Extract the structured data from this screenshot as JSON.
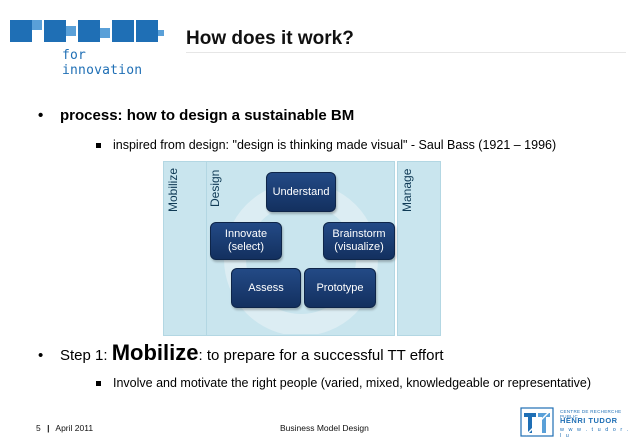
{
  "header": {
    "logo_tagline": "for innovation",
    "title": "How does it work?"
  },
  "content": {
    "bullet1": "process: how to design a sustainable BM",
    "sub1": "inspired from design:  \"design is thinking made visual\" - Saul Bass (1921 – 1996)",
    "bullet2_prefix": "Step 1: ",
    "bullet2_big": "Mobilize",
    "bullet2_suffix": ": to prepare for a successful TT effort",
    "sub2": "Involve and motivate the right people (varied, mixed, knowledgeable or representative)"
  },
  "diagram": {
    "phases": {
      "mobilize": "Mobilize",
      "design": "Design",
      "manage": "Manage"
    },
    "nodes": {
      "understand": "Understand",
      "brainstorm_l1": "Brainstorm",
      "brainstorm_l2": "(visualize)",
      "prototype": "Prototype",
      "assess": "Assess",
      "innovate_l1": "Innovate",
      "innovate_l2": "(select)"
    },
    "colors": {
      "panel": "#c9e5ee",
      "node": "#1a3a70",
      "ring": "#ddeef4"
    }
  },
  "footer": {
    "page": "5",
    "sep": "|",
    "date": "April 2011",
    "center": "Business Model Design",
    "logo_line1": "CENTRE DE RECHERCHE PUBLIC",
    "logo_line2": "HENRI TUDOR",
    "logo_line3": "w w w . t u d o r . l u"
  }
}
